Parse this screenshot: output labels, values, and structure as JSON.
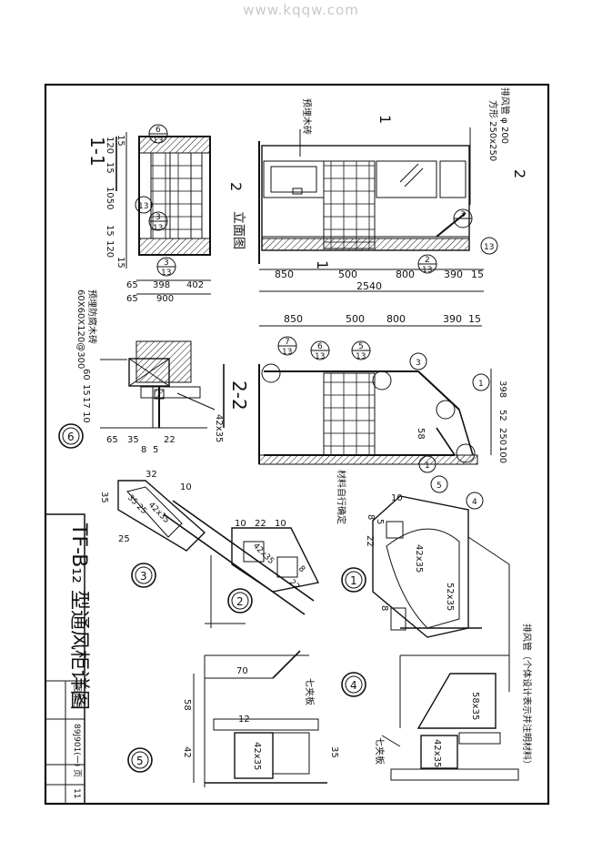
{
  "watermark": "www.kqqw.com",
  "sheet": {
    "title": "TF-B₁₂ 型通风柜详图",
    "atlas_label": "图集号",
    "atlas_no": "89J901(一)",
    "page_label": "页",
    "page_no": "11"
  },
  "section_1_1": {
    "title": "1-1",
    "dims_vertical": [
      "120",
      "15",
      "1050",
      "15",
      "120",
      "15",
      "15"
    ],
    "dims_bottom": [
      "65",
      "398",
      "402",
      "65",
      "900"
    ],
    "callouts": [
      "6",
      "13",
      "3",
      "13",
      "13",
      "3",
      "13"
    ]
  },
  "elevation": {
    "title": "立面图",
    "cut_marks": [
      "1",
      "1",
      "2",
      "2"
    ],
    "labels": [
      "预埋木砖",
      "排风管 φ 200",
      "方形 250x250"
    ],
    "dims": [
      "850",
      "500",
      "800",
      "390",
      "15",
      "2540"
    ],
    "callouts": [
      "2",
      "13",
      "3",
      "13"
    ]
  },
  "section_2_2": {
    "title": "2-2",
    "dims_top": [
      "850",
      "500",
      "800",
      "390",
      "15"
    ],
    "dims_right": [
      "398",
      "52",
      "250",
      "100",
      "58"
    ],
    "callouts": [
      "7",
      "13",
      "6",
      "13",
      "5",
      "13",
      "3",
      "1",
      "5",
      "4",
      "1"
    ],
    "label": "材料自行确定"
  },
  "detail_6": {
    "number": "6",
    "label": "预埋防腐木砖",
    "spec": "60X60X120@300",
    "dims": [
      "60",
      "15",
      "17",
      "10",
      "42x35",
      "65",
      "35",
      "22",
      "8",
      "5"
    ]
  },
  "detail_3": {
    "number": "3",
    "dims": [
      "32",
      "10",
      "35",
      "25",
      "42x35",
      "35",
      "25"
    ]
  },
  "detail_2": {
    "number": "2",
    "dims": [
      "10",
      "22",
      "10",
      "42x35",
      "8",
      "22"
    ]
  },
  "detail_1": {
    "number": "1",
    "dims": [
      "10",
      "8",
      "5",
      "22",
      "42x35",
      "52x35",
      "8"
    ]
  },
  "detail_4": {
    "number": "4",
    "dims": [
      "58x35",
      "42x35"
    ],
    "labels": [
      "排风管（个体设计表示并注明材料）",
      "七夹板"
    ]
  },
  "detail_5": {
    "number": "5",
    "dims": [
      "70",
      "58",
      "42",
      "12",
      "35",
      "42x35"
    ],
    "labels": [
      "七夹板"
    ]
  }
}
